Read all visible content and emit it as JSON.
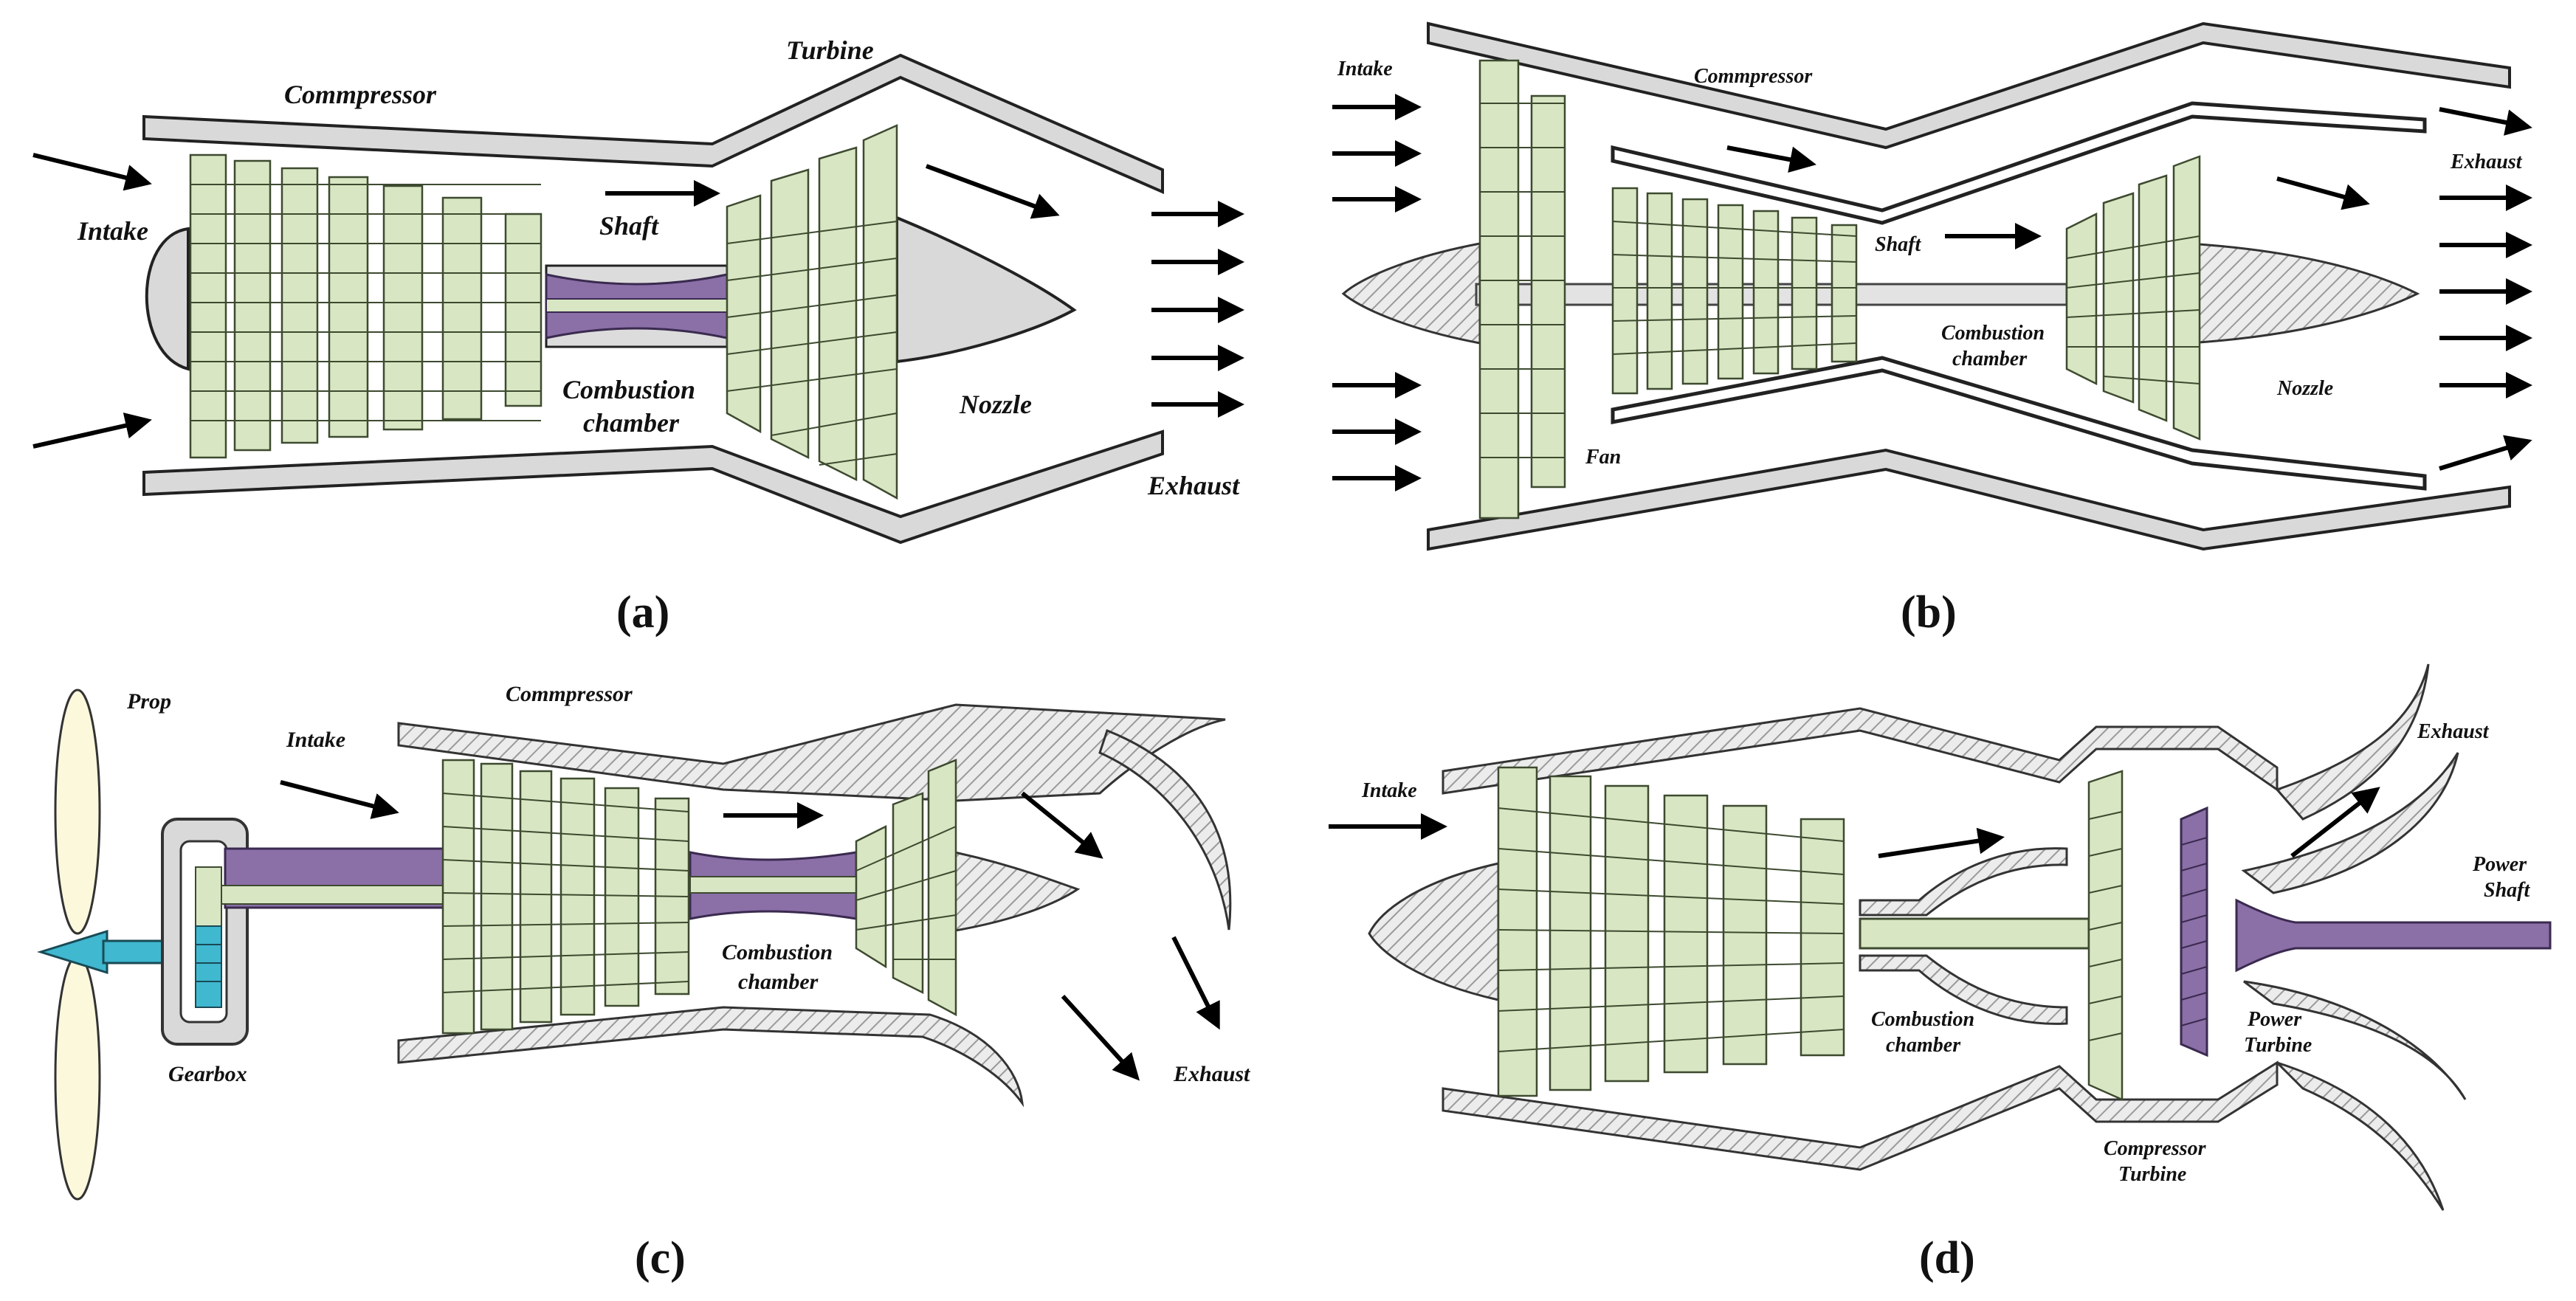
{
  "colors": {
    "blade_green": "#d8e6c3",
    "shaft_purple": "#8b6fa7",
    "prop_cyan": "#3fb8d0",
    "prop_blade": "#fbf8dc",
    "casing_gray": "#d9d9d9"
  },
  "panels": {
    "a": {
      "caption": "(a)",
      "labels": {
        "compressor": "Commpressor",
        "turbine": "Turbine",
        "intake": "Intake",
        "shaft": "Shaft",
        "combustion_1": "Combustion",
        "combustion_2": "chamber",
        "nozzle": "Nozzle",
        "exhaust": "Exhaust"
      }
    },
    "b": {
      "caption": "(b)",
      "labels": {
        "intake": "Intake",
        "compressor": "Commpressor",
        "exhaust": "Exhaust",
        "shaft": "Shaft",
        "combustion_1": "Combustion",
        "combustion_2": "chamber",
        "nozzle": "Nozzle",
        "fan": "Fan"
      }
    },
    "c": {
      "caption": "(c)",
      "labels": {
        "prop": "Prop",
        "compressor": "Commpressor",
        "intake": "Intake",
        "combustion_1": "Combustion",
        "combustion_2": "chamber",
        "gearbox": "Gearbox",
        "exhaust": "Exhaust"
      }
    },
    "d": {
      "caption": "(d)",
      "labels": {
        "intake": "Intake",
        "exhaust": "Exhaust",
        "power_shaft_1": "Power",
        "power_shaft_2": "Shaft",
        "combustion_1": "Combustion",
        "combustion_2": "chamber",
        "power_turbine_1": "Power",
        "power_turbine_2": "Turbine",
        "compressor_turbine_1": "Compressor",
        "compressor_turbine_2": "Turbine"
      }
    }
  }
}
